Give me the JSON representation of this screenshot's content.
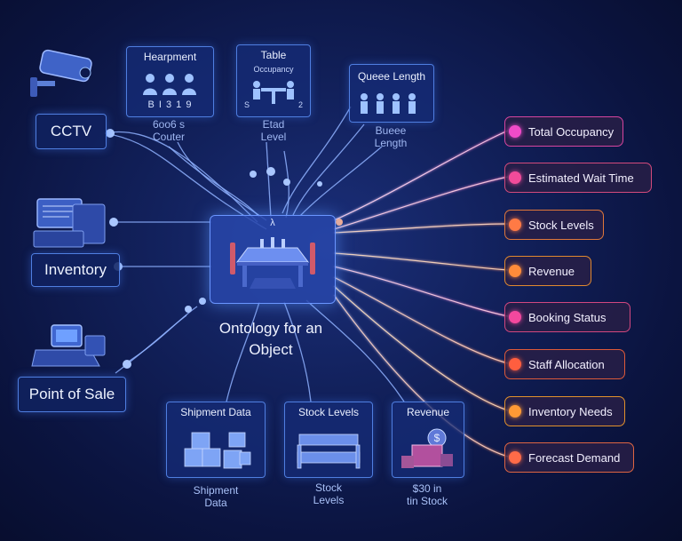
{
  "center": {
    "line1": "Ontology for an",
    "line2": "Object",
    "mark": "λ"
  },
  "left_sources": [
    {
      "label": "CCTV",
      "icon": "cctv-camera-icon"
    },
    {
      "label": "Inventory",
      "icon": "computer-terminal-icon"
    },
    {
      "label": "Point of Sale",
      "icon": "pos-terminal-icon"
    }
  ],
  "top_cards": [
    {
      "title": "Hearpment",
      "digits": "B  I  3  1  9",
      "caption_line1": "6oo6 s",
      "caption_line2": "Couter",
      "icon": "people-icon"
    },
    {
      "title": "Table",
      "subtitle": "Occupancy",
      "digits_left": "S",
      "digits_right": "2",
      "caption_line1": "Etad",
      "caption_line2": "Level",
      "icon": "table-chairs-icon"
    },
    {
      "title": "Queee Length",
      "caption_line1": "Bueee",
      "caption_line2": "Length",
      "icon": "queue-icon"
    }
  ],
  "bottom_cards": [
    {
      "title": "Shipment Data",
      "caption_line1": "Shipment",
      "caption_line2": "Data",
      "icon": "boxes-icon"
    },
    {
      "title": "Stock Levels",
      "caption_line1": "Stock",
      "caption_line2": "Levels",
      "icon": "shelves-icon"
    },
    {
      "title": "Revenue",
      "caption_line1": "$30 in",
      "caption_line2": "tin Stock",
      "icon": "money-boxes-icon"
    }
  ],
  "outputs": [
    {
      "label": "Total Occupancy",
      "color": "#f04bc8",
      "border": "#d7459f"
    },
    {
      "label": "Estimated Wait Time",
      "color": "#f24b9a",
      "border": "#d34a7c"
    },
    {
      "label": "Stock Levels",
      "color": "#ff7a45",
      "border": "#e0773a"
    },
    {
      "label": "Revenue",
      "color": "#ff8c3a",
      "border": "#e0892f"
    },
    {
      "label": "Booking Status",
      "color": "#f3489e",
      "border": "#d3477f"
    },
    {
      "label": "Staff Allocation",
      "color": "#ff5e3f",
      "border": "#de5a39"
    },
    {
      "label": "Inventory Needs",
      "color": "#ff9a35",
      "border": "#e1912c"
    },
    {
      "label": "Forecast Demand",
      "color": "#ff6b48",
      "border": "#df6542"
    }
  ]
}
